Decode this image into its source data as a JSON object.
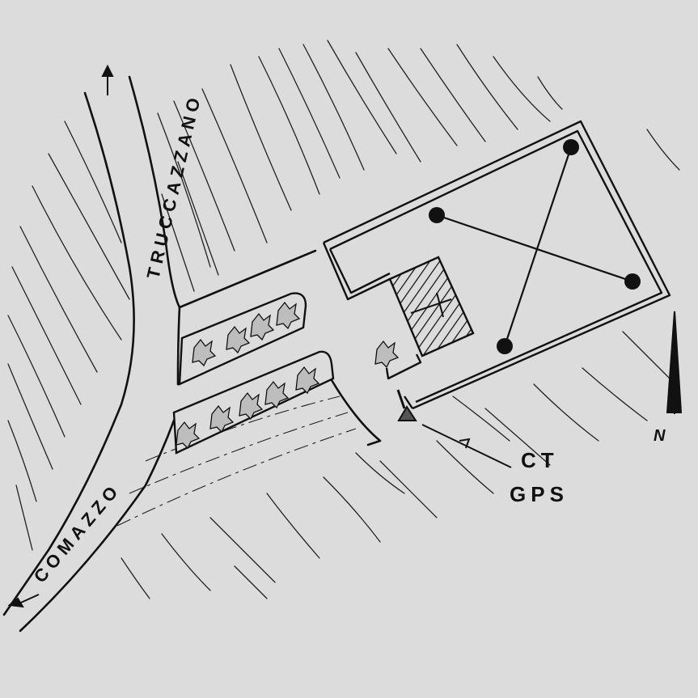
{
  "map": {
    "roads": {
      "north": "TRUCCAZZANO",
      "southwest": "COMAZZO"
    },
    "legend": {
      "line1": "CT",
      "line2": "GPS"
    },
    "north_label": "N"
  }
}
